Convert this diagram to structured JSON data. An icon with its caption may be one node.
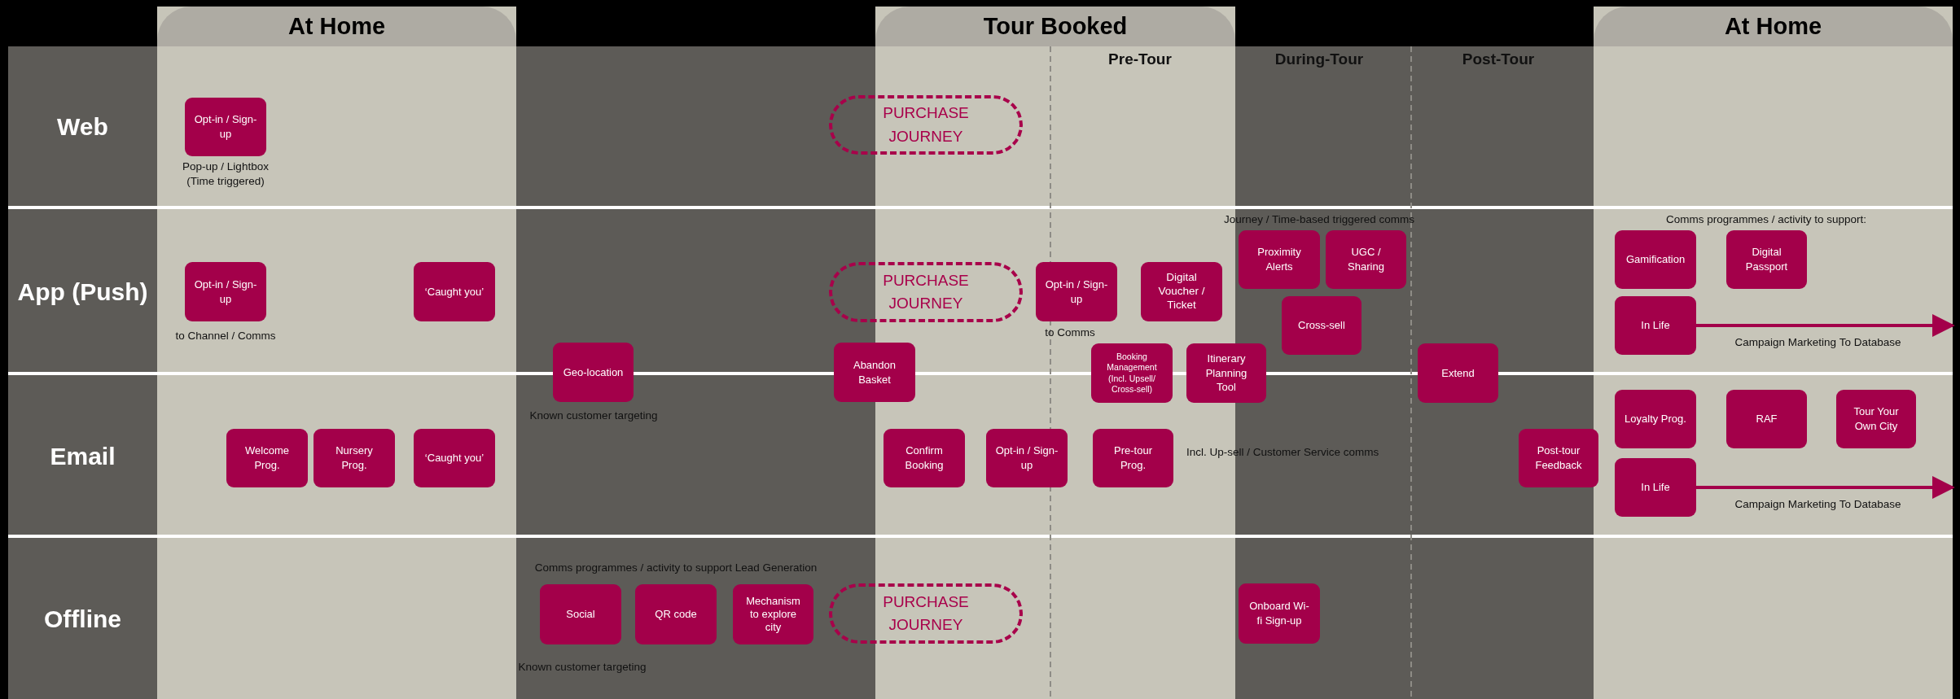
{
  "diagram": {
    "nodes": [
      {
        "text": [
          "At Home"
        ]
      },
      {
        "text": [
          "Tour Booked"
        ]
      },
      {
        "text": [
          "At Home"
        ]
      },
      {
        "text": [
          "Web"
        ]
      },
      {
        "text": [
          "App (Push)"
        ]
      },
      {
        "text": [
          "Email"
        ]
      },
      {
        "text": [
          "Offline"
        ]
      },
      {
        "text": [
          "Opt-in / Sign-up"
        ],
        "beside": [
          "Pop-up / Lightbox (Time triggered)"
        ],
        "in": 0
      },
      {
        "text": [
          "PURCHASE JOURNEY"
        ]
      },
      {
        "text": [
          "Opt-in / Sign-up"
        ],
        "in": 0
      },
      {
        "text": [
          "‘Caught you’"
        ],
        "in": 0
      },
      {
        "text": [
          "PURCHASE JOURNEY"
        ]
      },
      {
        "text": [
          "Opt-in / Sign-up"
        ],
        "in": 1
      },
      {
        "text": [
          "Digital Voucher / Ticket"
        ],
        "in": 1
      },
      {
        "text": [
          "Proximity Alerts"
        ]
      },
      {
        "text": [
          "UGC / Sharing"
        ]
      },
      {
        "text": [
          "Cross-sell"
        ]
      },
      {
        "text": [
          "Gamification"
        ],
        "in": 2
      },
      {
        "text": [
          "Digital Passport"
        ],
        "in": 2
      },
      {
        "text": [
          "In Life"
        ],
        "in": 2
      },
      {
        "text": [
          "Geo-location"
        ],
        "beside": [
          "Known customer targeting"
        ]
      },
      {
        "text": [
          "Abandon Basket"
        ]
      },
      {
        "text": [
          "Booking Management (Incl. Upsell/ Cross-sell)"
        ],
        "in": 1
      },
      {
        "text": [
          "Itinerary Planning Tool"
        ]
      },
      {
        "text": [
          "Extend"
        ]
      },
      {
        "text": [
          "Welcome Prog."
        ],
        "in": 0
      },
      {
        "text": [
          "Nursery Prog."
        ],
        "in": 0
      },
      {
        "text": [
          "‘Caught you’"
        ],
        "in": 0
      },
      {
        "text": [
          "Confirm Booking"
        ],
        "in": 1
      },
      {
        "text": [
          "Opt-in / Sign-up"
        ],
        "in": 1
      },
      {
        "text": [
          "Pre-tour Prog."
        ],
        "in": 1
      },
      {
        "text": [
          "Post-tour Feedback"
        ]
      },
      {
        "text": [
          "Loyalty Prog."
        ],
        "in": 2
      },
      {
        "text": [
          "RAF"
        ],
        "in": 2
      },
      {
        "text": [
          "Tour Your Own City"
        ],
        "in": 2
      },
      {
        "text": [
          "In Life"
        ],
        "in": 2
      },
      {
        "text": [
          "Social"
        ]
      },
      {
        "text": [
          "QR code"
        ]
      },
      {
        "text": [
          "Mechanism to explore city"
        ]
      },
      {
        "text": [
          "PURCHASE JOURNEY"
        ]
      },
      {
        "text": [
          "Onboard Wi-fi Sign-up"
        ]
      }
    ],
    "edges": [
      {
        "from": 19,
        "to": 2,
        "arrow": "to",
        "label": "Campaign Marketing To Database"
      },
      {
        "from": 35,
        "to": 2,
        "arrow": "to",
        "label": "Campaign Marketing To Database"
      }
    ],
    "labels": [
      "Pre-Tour",
      "During-Tour",
      "Post-Tour",
      "Journey / Time-based triggered comms",
      "Comms programmes / activity to support:",
      "to Channel / Comms",
      "to Comms",
      "Incl. Up-sell / Customer Service comms",
      "Comms programmes / activity to support Lead Generation",
      "Known customer targeting"
    ]
  }
}
